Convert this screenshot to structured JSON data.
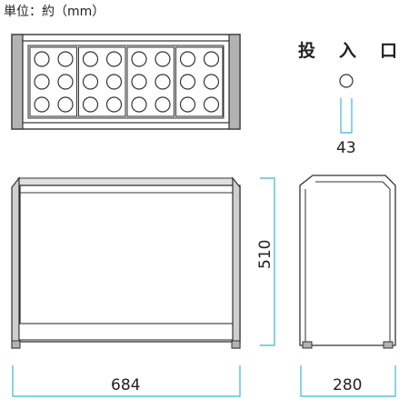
{
  "header": {
    "unit_note": "単位：約（mm）"
  },
  "intake": {
    "label_chars": [
      "投",
      "入",
      "口"
    ],
    "diameter": "43"
  },
  "dimensions": {
    "width": "684",
    "height": "510",
    "depth": "280"
  },
  "top_view": {
    "hole_rows": 3,
    "hole_cols": 8,
    "section_count": 4
  },
  "colors": {
    "outline": "#333333",
    "frame_grey": "#b3b3b3",
    "panel_grey": "#cfcfcf",
    "dimension_cyan": "#55c3d9"
  }
}
